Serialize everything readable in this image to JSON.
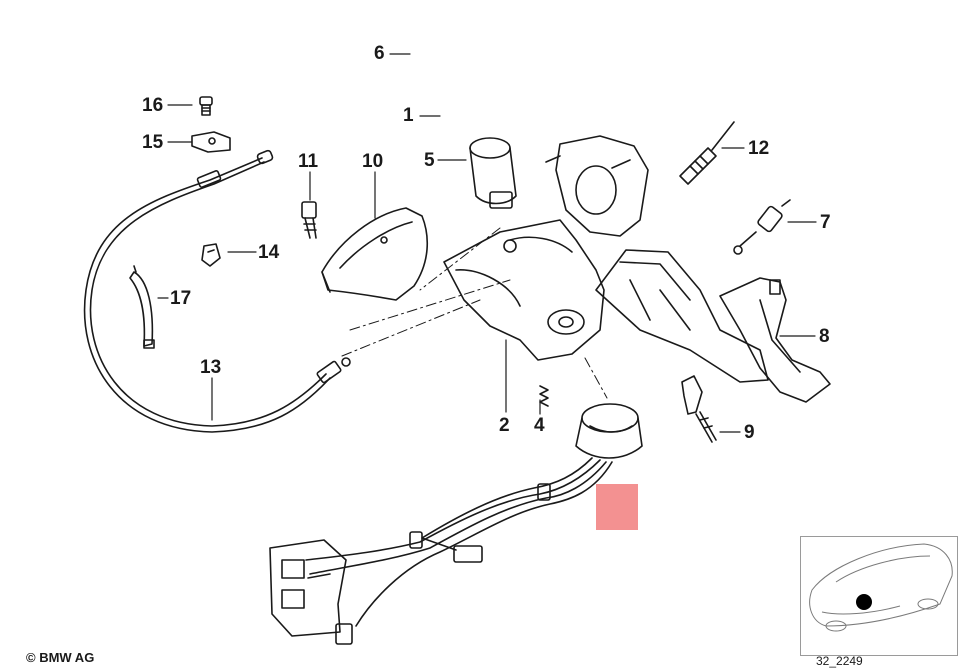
{
  "callouts": {
    "c1": "1",
    "c2": "2",
    "c4": "4",
    "c5": "5",
    "c6": "6",
    "c7": "7",
    "c8": "8",
    "c9": "9",
    "c10": "10",
    "c11": "11",
    "c12": "12",
    "c13": "13",
    "c14": "14",
    "c15": "15",
    "c16": "16",
    "c17": "17"
  },
  "footer": {
    "copyright": "© BMW AG",
    "reference_code": "32_2249"
  },
  "colors": {
    "line": "#1a1a1a",
    "highlight": "#f28b8b",
    "marker": "#000000"
  }
}
